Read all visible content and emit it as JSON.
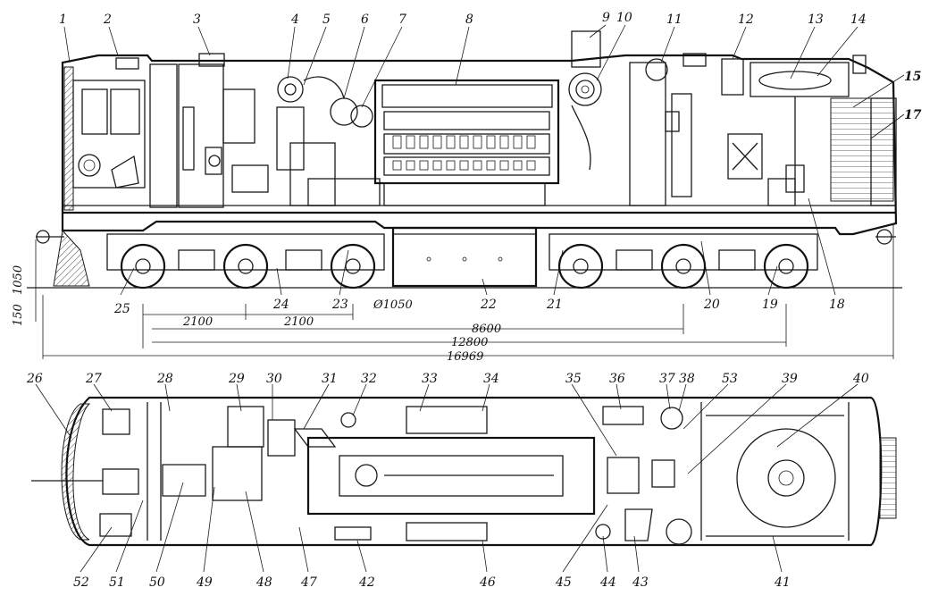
{
  "labels_top": [
    "1",
    "2",
    "3",
    "4",
    "5",
    "6",
    "7",
    "8",
    "9",
    "10",
    "11",
    "12",
    "13",
    "14",
    "15",
    "17",
    "18",
    "19",
    "20",
    "21",
    "22",
    "23",
    "24",
    "25"
  ],
  "labels_bottom": [
    "26",
    "27",
    "28",
    "29",
    "30",
    "31",
    "32",
    "33",
    "34",
    "35",
    "36",
    "37",
    "38",
    "53",
    "39",
    "40",
    "41",
    "43",
    "44",
    "45",
    "46",
    "42",
    "47",
    "48",
    "49",
    "50",
    "51",
    "52"
  ],
  "dimensions": {
    "bogie_spacing_1": "2100",
    "bogie_spacing_2": "2100",
    "wheel_diameter": "Ø1050",
    "bogie_centers": "8600",
    "buffer_length": "12800",
    "overall_length": "16969",
    "height_1050": "1050",
    "height_150": "150"
  },
  "colors": {
    "ink": "#1a1a1a",
    "paper": "#ffffff"
  }
}
